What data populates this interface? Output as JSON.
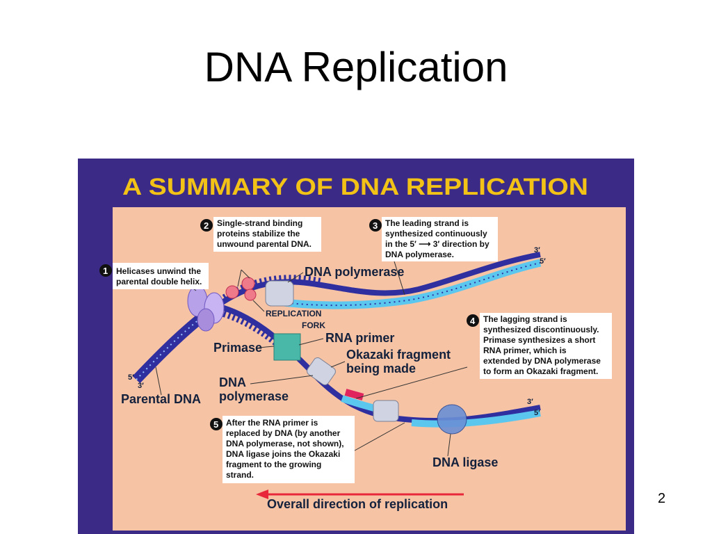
{
  "slide": {
    "title": "DNA Replication",
    "page_number": "2"
  },
  "figure": {
    "title": "A SUMMARY OF DNA REPLICATION",
    "colors": {
      "frame": "#3b2a86",
      "panel": "#f6c3a4",
      "title": "#f2c316",
      "strand_dark": "#2f2fa0",
      "strand_light": "#5cc7ee",
      "primer": "#e0245e",
      "arrow": "#e8283a"
    },
    "callouts": [
      {
        "number": "1",
        "lines": [
          "Helicases unwind the",
          "parental double helix."
        ]
      },
      {
        "number": "2",
        "lines": [
          "Single-strand binding",
          "proteins stabilize the",
          "unwound parental DNA."
        ]
      },
      {
        "number": "3",
        "lines": [
          "The leading strand is",
          "synthesized continuously",
          "in the 5′ ⟶ 3′ direction by",
          "DNA polymerase."
        ]
      },
      {
        "number": "4",
        "lines": [
          "The lagging strand is",
          "synthesized discontinuously.",
          "Primase synthesizes a short",
          "RNA primer, which is",
          "extended by DNA polymerase",
          "to form an Okazaki fragment."
        ]
      },
      {
        "number": "5",
        "lines": [
          "After the RNA primer is",
          "replaced by DNA (by another",
          "DNA polymerase, not shown),",
          "DNA ligase joins the Okazaki",
          "fragment to the growing",
          "strand."
        ]
      }
    ],
    "labels": {
      "dna_polymerase_top": "DNA polymerase",
      "replication": "REPLICATION",
      "fork": "FORK",
      "rna_primer": "RNA primer",
      "primase": "Primase",
      "okazaki_1": "Okazaki fragment",
      "okazaki_2": "being made",
      "dna_poly_1": "DNA",
      "dna_poly_2": "polymerase",
      "parental_dna": "Parental DNA",
      "dna_ligase": "DNA ligase",
      "direction": "Overall direction of replication"
    },
    "ends": {
      "five_prime": "5′",
      "three_prime": "3′"
    }
  }
}
